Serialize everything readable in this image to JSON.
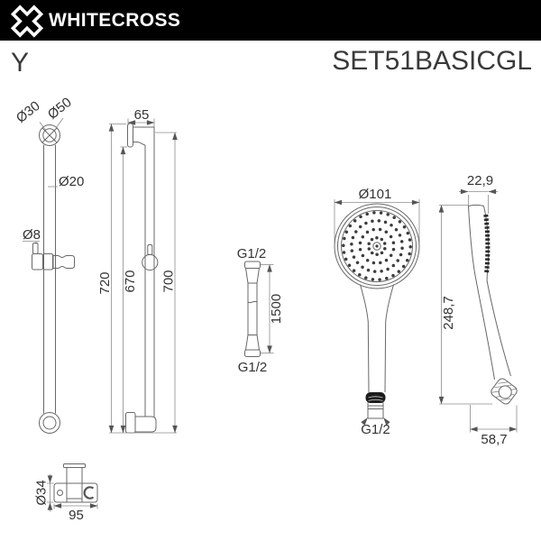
{
  "header": {
    "brand": "WHITECROSS"
  },
  "title": {
    "series": "Y",
    "model": "SET51BASICGL"
  },
  "colors": {
    "header_bg": "#000000",
    "header_text": "#ffffff",
    "title_text": "#3a3a3a",
    "line": "#686868",
    "dim_text": "#333333"
  },
  "slide_bar": {
    "front": {
      "flange_inner_diameter": "Ø30",
      "flange_outer_diameter": "Ø50",
      "tube_diameter": "Ø20",
      "holder_pin_diameter": "Ø8"
    },
    "side": {
      "wall_offset": "65",
      "length_overall": "720",
      "length_inner": "670",
      "length_outer": "700"
    },
    "holder_top": {
      "holder_diameter": "Ø34",
      "holder_width": "95"
    }
  },
  "hose": {
    "thread_top": "G1/2",
    "length": "1500",
    "thread_bottom": "G1/2"
  },
  "hand_shower": {
    "front": {
      "head_diameter": "Ø101",
      "thread": "G1/2"
    },
    "side": {
      "head_depth": "22,9",
      "total_length": "248,7",
      "handle_offset": "58,7"
    }
  }
}
